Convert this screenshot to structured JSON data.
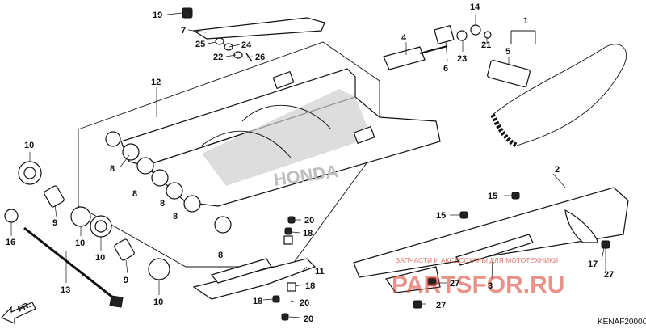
{
  "callouts": {
    "c1": "1",
    "c2": "2",
    "c3": "3",
    "c4": "4",
    "c5": "5",
    "c6": "6",
    "c7": "7",
    "c8a": "8",
    "c8b": "8",
    "c8c": "8",
    "c8d": "8",
    "c8e": "8",
    "c10a": "10",
    "c10b": "10",
    "c10c": "10",
    "c10d": "10",
    "c9a": "9",
    "c9b": "9",
    "c11": "11",
    "c12": "12",
    "c13": "13",
    "c14": "14",
    "c15a": "15",
    "c15b": "15",
    "c16": "16",
    "c17": "17",
    "c18a": "18",
    "c18b": "18",
    "c18c": "18",
    "c19": "19",
    "c20a": "20",
    "c20b": "20",
    "c20c": "20",
    "c21": "21",
    "c22": "22",
    "c23": "23",
    "c24": "24",
    "c25": "25",
    "c26": "26",
    "c27a": "27",
    "c27b": "27",
    "c27c": "27"
  },
  "direction_label": "FR.",
  "diagram_code": "KENAF2000C",
  "watermark": {
    "brand": "PARTSFOR.RU",
    "tagline": "ЗАПЧАСТИ И АКСЕССУАРЫ ДЛЯ МОТОТЕХНИКИ"
  },
  "accent_color": "#d63a2b"
}
